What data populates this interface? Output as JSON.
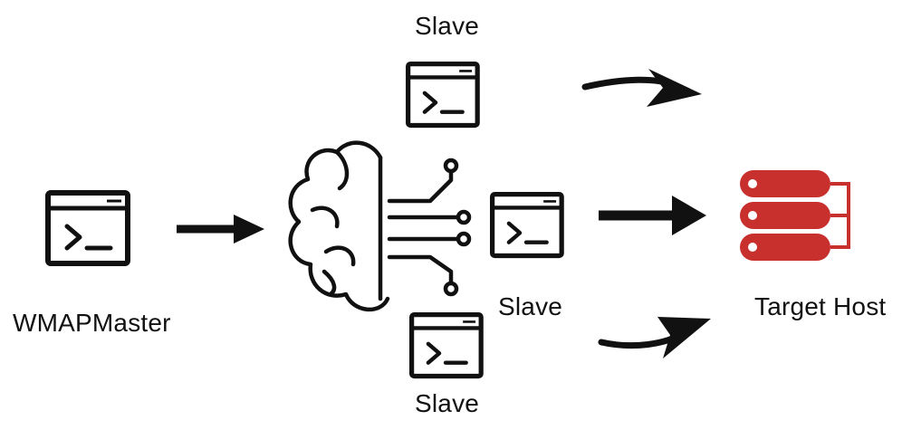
{
  "labels": {
    "master": "WMAPMaster",
    "slave_top": "Slave",
    "slave_mid": "Slave",
    "slave_bottom": "Slave",
    "target": "Target Host"
  },
  "colors": {
    "stroke": "#111111",
    "target_red": "#c8302e",
    "background": "#ffffff"
  },
  "icons": {
    "master": "terminal-icon",
    "slaves": "terminal-icon",
    "hub": "brain-circuit-icon",
    "target": "server-stack-icon",
    "connectors": "arrow-icon"
  }
}
